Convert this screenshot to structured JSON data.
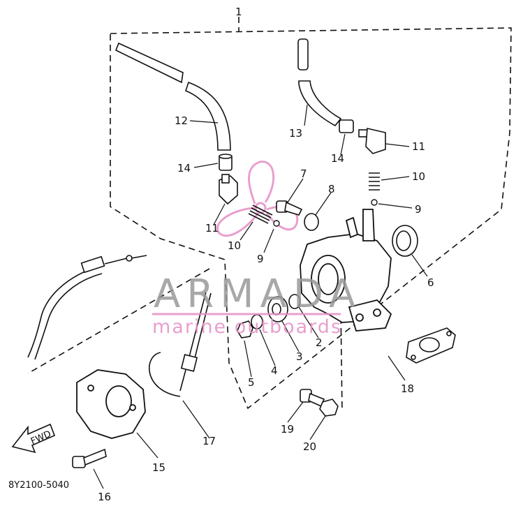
{
  "diagram": {
    "callouts": {
      "c1": "1",
      "c2": "2",
      "c3": "3",
      "c4": "4",
      "c5": "5",
      "c6": "6",
      "c7": "7",
      "c8": "8",
      "c9a": "9",
      "c9b": "9",
      "c10a": "10",
      "c10b": "10",
      "c11a": "11",
      "c11b": "11",
      "c12": "12",
      "c13": "13",
      "c14a": "14",
      "c14b": "14",
      "c15": "15",
      "c16": "16",
      "c17": "17",
      "c18": "18",
      "c19": "19",
      "c20": "20"
    },
    "fwd_label": "FWD",
    "part_code": "8Y2100-5040"
  },
  "watermark": {
    "brand": "ARMADA",
    "tagline": "marine outboards",
    "color_pink": "#e58fc6",
    "color_gray": "#9a9a9a"
  }
}
